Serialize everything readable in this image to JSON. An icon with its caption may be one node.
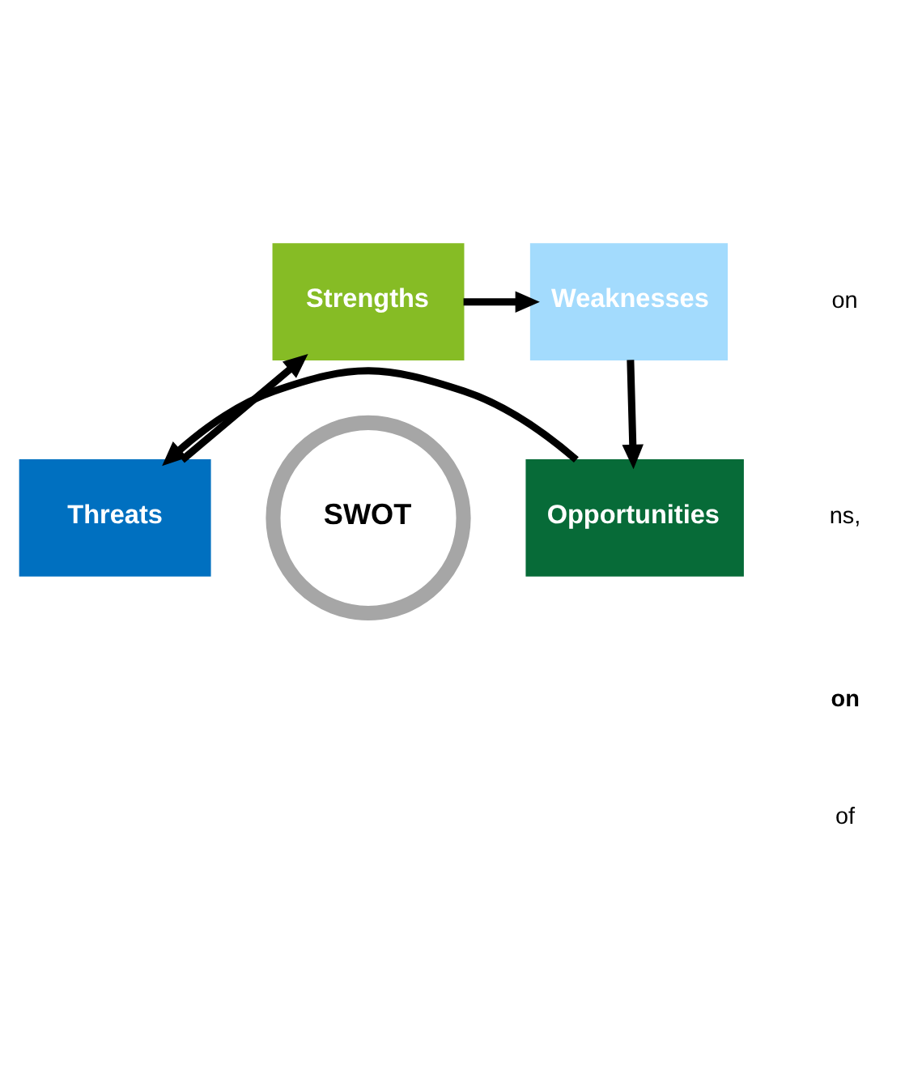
{
  "diagram": {
    "nodes": [
      {
        "text": [
          "SWOT"
        ]
      },
      {
        "text": [
          "Strengths"
        ]
      },
      {
        "text": [
          "Weaknesses"
        ]
      },
      {
        "text": [
          "Opportunities"
        ]
      },
      {
        "text": [
          "Threats"
        ]
      }
    ],
    "edges": [
      {
        "from": 1,
        "to": 2,
        "arrow": "to"
      },
      {
        "from": 2,
        "to": 3,
        "arrow": "to"
      },
      {
        "from": 3,
        "to": 4,
        "arrow": "to"
      },
      {
        "from": 4,
        "to": 1,
        "arrow": "to"
      }
    ],
    "labels": [
      "on",
      "ns,",
      "on",
      "of"
    ]
  }
}
